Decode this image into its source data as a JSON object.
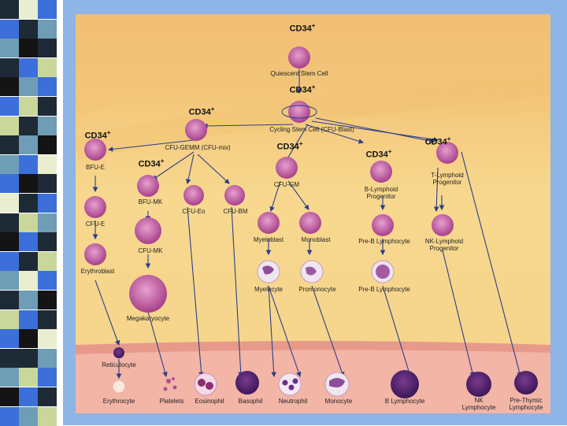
{
  "colors": {
    "strip": [
      "#1e2a35",
      "#3c6fd9",
      "#6e9db5",
      "#141414",
      "#c9d79a",
      "#e8eecf"
    ],
    "frame": "#8fb4e6",
    "cell": "#b34c93",
    "arrow": "#2b3f8a"
  },
  "cd34": {
    "label": "CD34",
    "sup": "+"
  },
  "cells": {
    "quiescent": "Quiescent Stem Cell",
    "cycling": "Cycling Stem Cell (CFU-Blast)",
    "cfu_gemm": "CFU-GEMM (CFU-mix)",
    "bfu_e": "BFU-E",
    "bfu_mk": "BFU-MK",
    "cfu_eo": "CFU-Eo",
    "cfu_bm": "CFU-BM",
    "cfu_gm": "CFU-GM",
    "b_lymphoid": "B-Lymphoid Progenitor",
    "t_lymphoid": "T-Lymphoid Progenitor",
    "cfu_e": "CFU-E",
    "cfu_mk": "CFU-MK",
    "myeloblast": "Myeloblast",
    "monoblast": "Monoblast",
    "pro_b": "Pre-B Lymphocyte",
    "nk_lymphoid": "NK-Lymphoid Progenitor",
    "erythroblast": "Erythroblast",
    "myelocyte": "Myelocyte",
    "promonocyte": "Promonocyte",
    "pre_b": "Pre-B Lymphocyte",
    "megakaryocyte": "Megakaryocyte",
    "reticulocyte": "Reticulocyte"
  },
  "mature": {
    "erythrocyte": "Erythrocyte",
    "platelets": "Platelets",
    "eosinophil": "Eosinophil",
    "basophil": "Basophil",
    "neutrophil": "Neutrophil",
    "monocyte": "Monocyte",
    "b_lymphocyte": "B Lymphocyte",
    "nk_lymphocyte": "NK Lymphocyte",
    "pre_thymic": "Pre-Thymic Lymphocyte"
  }
}
